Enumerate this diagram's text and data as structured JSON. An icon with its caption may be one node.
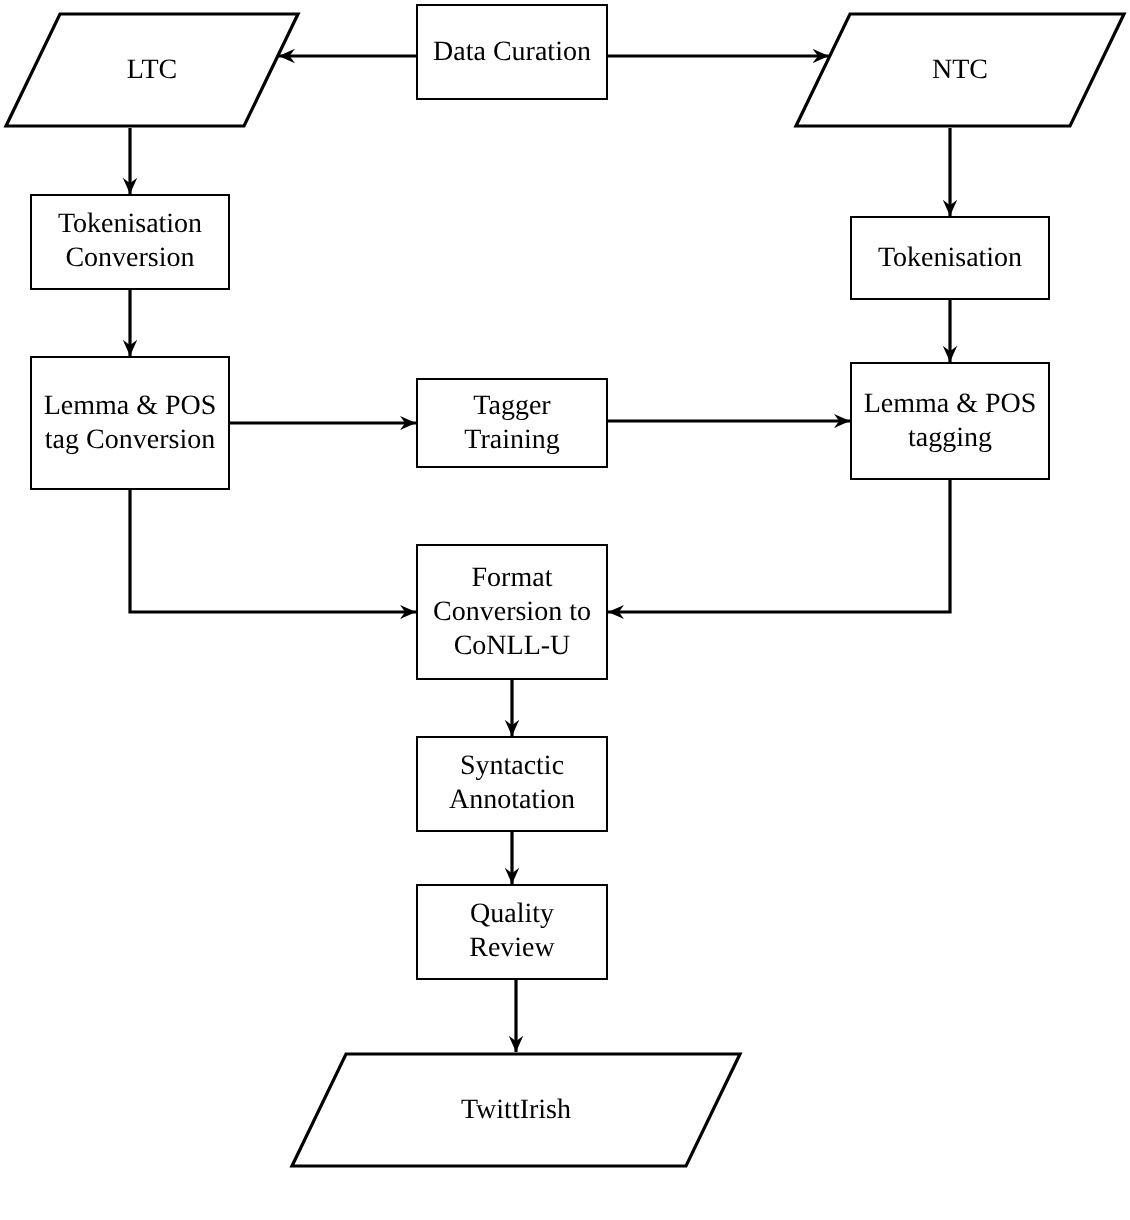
{
  "diagram": {
    "nodes": [
      {
        "text": [
          "Data Curation"
        ]
      },
      {
        "text": [
          "LTC"
        ]
      },
      {
        "text": [
          "NTC"
        ]
      },
      {
        "text": [
          "Tokenisation Conversion"
        ]
      },
      {
        "text": [
          "Tokenisation"
        ]
      },
      {
        "text": [
          "Lemma & POS tag Conversion"
        ]
      },
      {
        "text": [
          "Tagger Training"
        ]
      },
      {
        "text": [
          "Lemma & POS tagging"
        ]
      },
      {
        "text": [
          "Format Conversion to CoNLL-U"
        ]
      },
      {
        "text": [
          "Syntactic Annotation"
        ]
      },
      {
        "text": [
          "Quality Review"
        ]
      },
      {
        "text": [
          "TwittIrish"
        ]
      }
    ],
    "edges": [
      {
        "from": 0,
        "to": 1,
        "arrow": "to"
      },
      {
        "from": 0,
        "to": 2,
        "arrow": "to"
      },
      {
        "from": 1,
        "to": 3,
        "arrow": "to"
      },
      {
        "from": 2,
        "to": 4,
        "arrow": "to"
      },
      {
        "from": 3,
        "to": 5,
        "arrow": "to"
      },
      {
        "from": 4,
        "to": 7,
        "arrow": "to"
      },
      {
        "from": 5,
        "to": 6,
        "arrow": "to"
      },
      {
        "from": 6,
        "to": 7,
        "arrow": "to"
      },
      {
        "from": 5,
        "to": 8,
        "arrow": "to"
      },
      {
        "from": 7,
        "to": 8,
        "arrow": "to"
      },
      {
        "from": 8,
        "to": 9,
        "arrow": "to"
      },
      {
        "from": 9,
        "to": 10,
        "arrow": "to"
      },
      {
        "from": 10,
        "to": 11,
        "arrow": "to"
      }
    ]
  }
}
